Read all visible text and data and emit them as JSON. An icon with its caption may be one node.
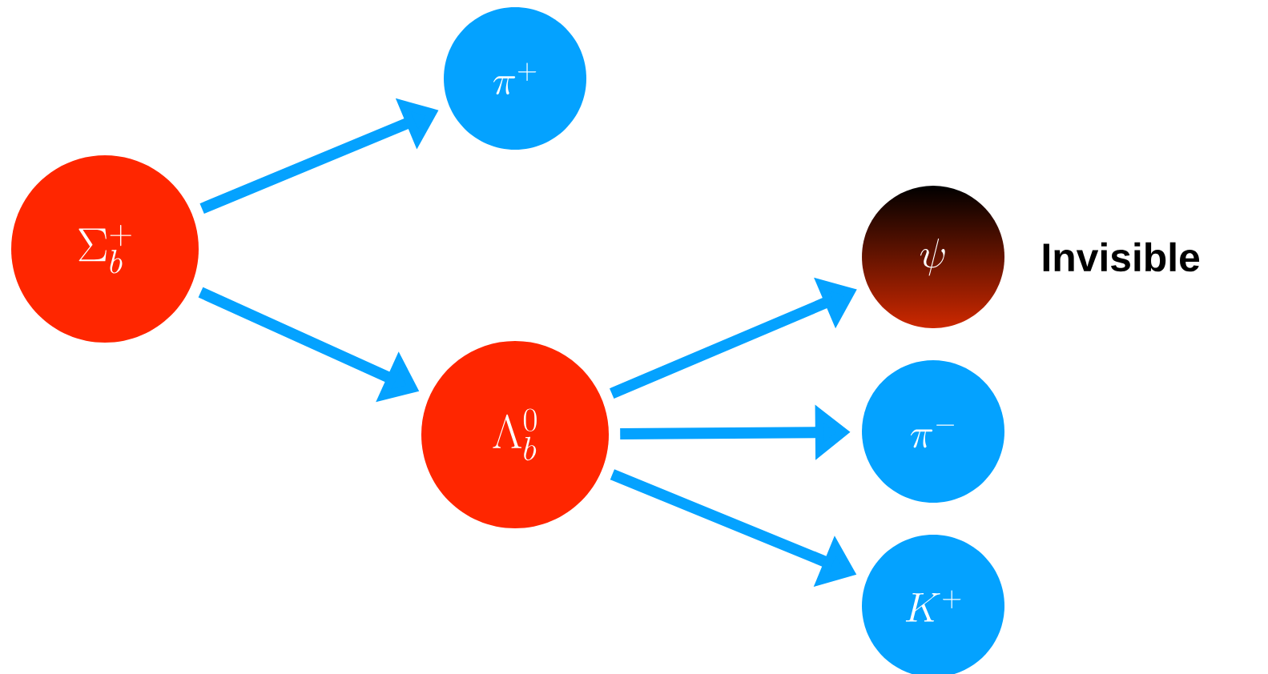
{
  "diagram": {
    "nodes": [
      {
        "text": [
          "\\Sigma_b^+"
        ]
      },
      {
        "text": [
          "\\pi^+"
        ]
      },
      {
        "text": [
          "\\Lambda_b^0"
        ]
      },
      {
        "text": [
          "\\psi"
        ],
        "beside": [
          "Invisible"
        ]
      },
      {
        "text": [
          "\\pi^-"
        ]
      },
      {
        "text": [
          "K^+"
        ]
      }
    ],
    "edges": [
      {
        "from": 0,
        "to": 1,
        "arrow": "to"
      },
      {
        "from": 0,
        "to": 2,
        "arrow": "to"
      },
      {
        "from": 2,
        "to": 3,
        "arrow": "to"
      },
      {
        "from": 2,
        "to": 4,
        "arrow": "to"
      },
      {
        "from": 2,
        "to": 5,
        "arrow": "to"
      }
    ]
  }
}
